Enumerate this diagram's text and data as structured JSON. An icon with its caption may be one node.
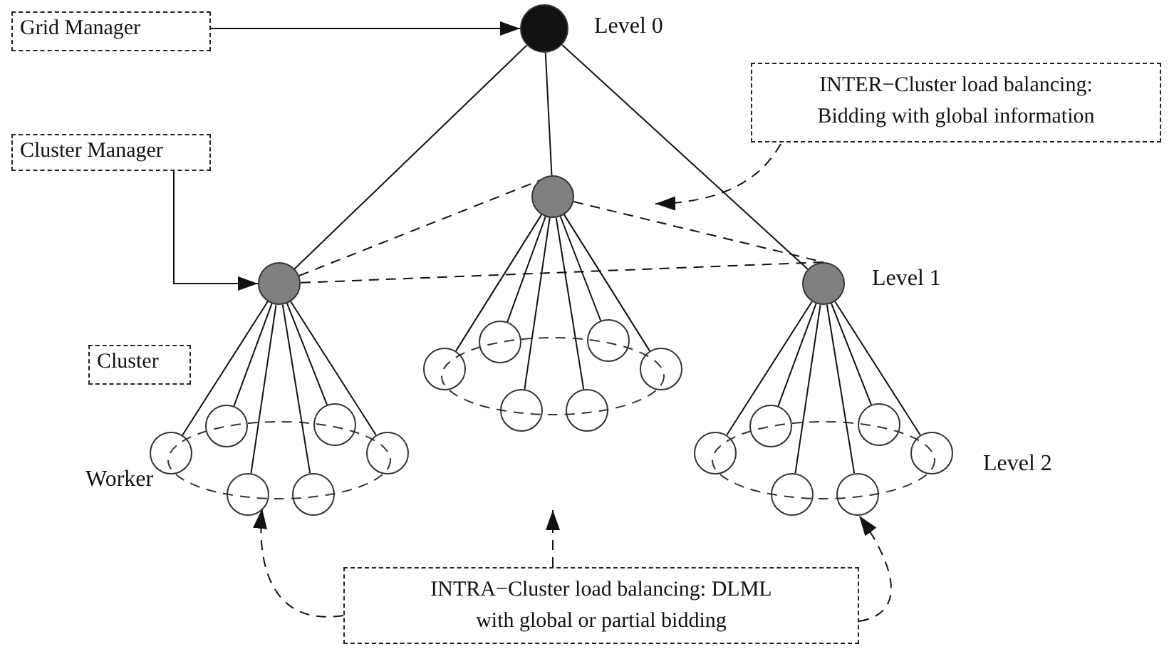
{
  "diagram": {
    "nodes": [
      {
        "text": [
          "Grid Manager"
        ]
      },
      {
        "text": [],
        "shape": "circle"
      },
      {
        "text": [
          "INTER−Cluster load balancing: Bidding with global information"
        ]
      },
      {
        "text": [
          "Cluster Manager"
        ]
      },
      {
        "text": [],
        "shape": "circle"
      },
      {
        "text": [],
        "shape": "circle"
      },
      {
        "text": [],
        "shape": "circle"
      },
      {
        "text": [
          "Cluster"
        ]
      },
      {
        "text": [],
        "shape": "circle"
      },
      {
        "text": [],
        "shape": "circle"
      },
      {
        "text": [],
        "shape": "circle"
      },
      {
        "text": [],
        "shape": "circle"
      },
      {
        "text": [],
        "shape": "circle"
      },
      {
        "text": [],
        "shape": "circle"
      },
      {
        "text": [],
        "shape": "circle"
      },
      {
        "text": [],
        "shape": "circle"
      },
      {
        "text": [],
        "shape": "circle"
      },
      {
        "text": [],
        "shape": "circle"
      },
      {
        "text": [],
        "shape": "circle"
      },
      {
        "text": [],
        "shape": "circle"
      },
      {
        "text": [],
        "shape": "circle"
      },
      {
        "text": [],
        "shape": "circle"
      },
      {
        "text": [],
        "shape": "circle"
      },
      {
        "text": [],
        "shape": "circle"
      },
      {
        "text": [],
        "shape": "circle"
      },
      {
        "text": [],
        "shape": "circle"
      },
      {
        "text": [
          "INTRA−Cluster load balancing: DLML with global or partial bidding"
        ]
      }
    ],
    "edges": [
      {
        "from": 0,
        "to": 1,
        "arrow": "to"
      },
      {
        "from": 3,
        "to": 4,
        "arrow": "to"
      },
      {
        "from": 1,
        "to": 4,
        "arrow": "none"
      },
      {
        "from": 1,
        "to": 5,
        "arrow": "none"
      },
      {
        "from": 1,
        "to": 6,
        "arrow": "none"
      },
      {
        "from": 4,
        "to": 8,
        "arrow": "none"
      },
      {
        "from": 4,
        "to": 9,
        "arrow": "none"
      },
      {
        "from": 4,
        "to": 10,
        "arrow": "none"
      },
      {
        "from": 4,
        "to": 11,
        "arrow": "none"
      },
      {
        "from": 4,
        "to": 12,
        "arrow": "none"
      },
      {
        "from": 4,
        "to": 13,
        "arrow": "none"
      },
      {
        "from": 5,
        "to": 14,
        "arrow": "none"
      },
      {
        "from": 5,
        "to": 15,
        "arrow": "none"
      },
      {
        "from": 5,
        "to": 16,
        "arrow": "none"
      },
      {
        "from": 5,
        "to": 17,
        "arrow": "none"
      },
      {
        "from": 5,
        "to": 18,
        "arrow": "none"
      },
      {
        "from": 5,
        "to": 19,
        "arrow": "none"
      },
      {
        "from": 6,
        "to": 20,
        "arrow": "none"
      },
      {
        "from": 6,
        "to": 21,
        "arrow": "none"
      },
      {
        "from": 6,
        "to": 22,
        "arrow": "none"
      },
      {
        "from": 6,
        "to": 23,
        "arrow": "none"
      },
      {
        "from": 6,
        "to": 24,
        "arrow": "none"
      },
      {
        "from": 6,
        "to": 25,
        "arrow": "none"
      },
      {
        "from": 4,
        "to": 5,
        "arrow": "none",
        "style": "dashed"
      },
      {
        "from": 5,
        "to": 6,
        "arrow": "none",
        "style": "dashed"
      },
      {
        "from": 4,
        "to": 6,
        "arrow": "none",
        "style": "dashed"
      },
      {
        "from": 2,
        "to": null,
        "arrow": "to",
        "style": "dashed"
      },
      {
        "from": 26,
        "to": 12,
        "arrow": "to",
        "style": "dashed"
      },
      {
        "from": 26,
        "to": null,
        "arrow": "to",
        "style": "dashed"
      },
      {
        "from": 26,
        "to": 25,
        "arrow": "to",
        "style": "dashed"
      }
    ],
    "labels": [
      "Level 0",
      "Level 1",
      "Worker",
      "Level 2"
    ]
  }
}
